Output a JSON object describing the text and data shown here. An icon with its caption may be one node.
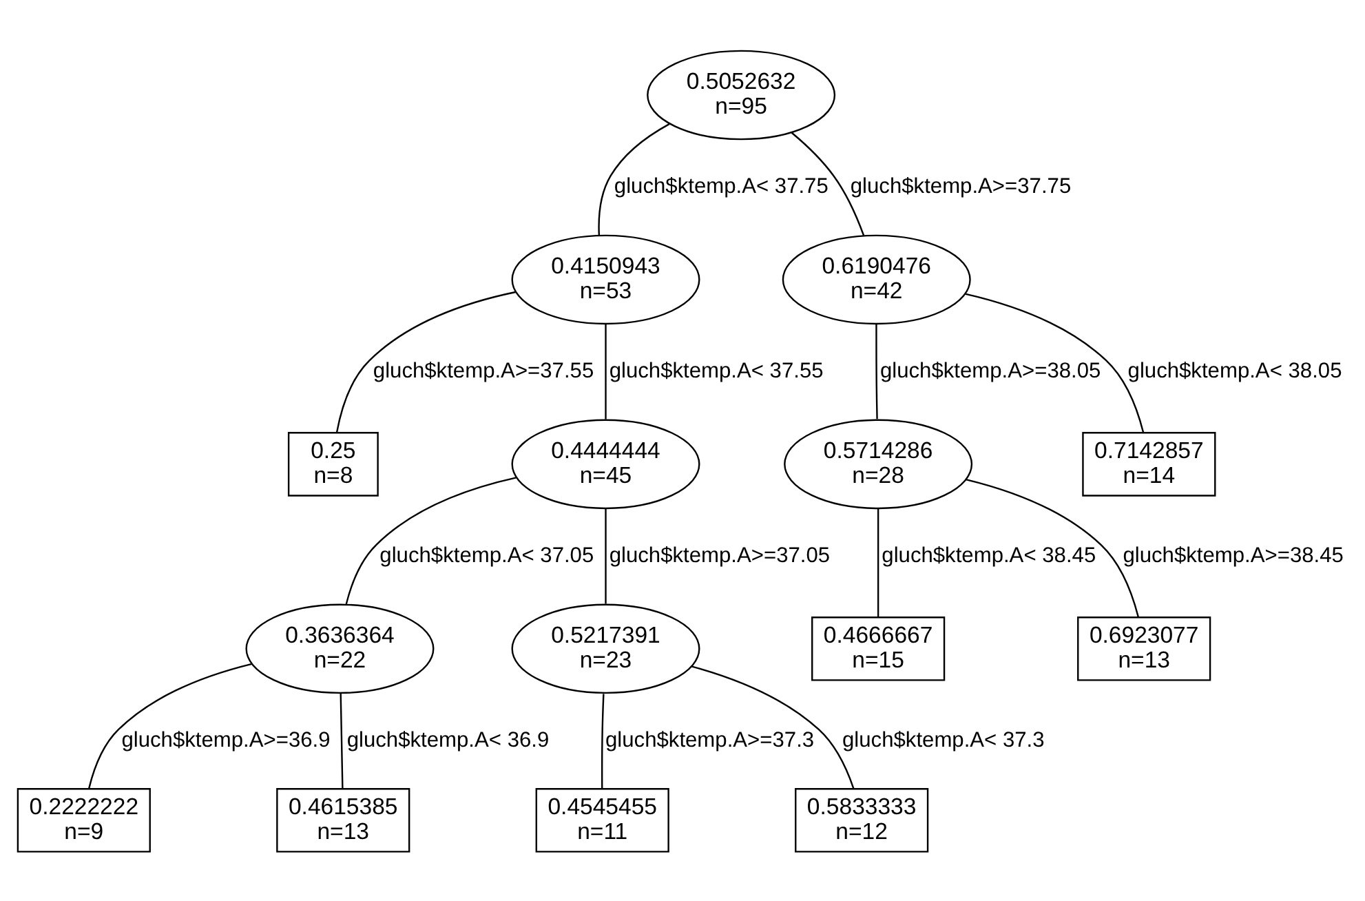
{
  "diagram": {
    "nodes": [
      {
        "text": [
          "0.5052632",
          "n=95"
        ]
      },
      {
        "text": [
          "0.4150943",
          "n=53"
        ]
      },
      {
        "text": [
          "0.6190476",
          "n=42"
        ]
      },
      {
        "text": [
          "0.25",
          "n=8"
        ]
      },
      {
        "text": [
          "0.4444444",
          "n=45"
        ]
      },
      {
        "text": [
          "0.5714286",
          "n=28"
        ]
      },
      {
        "text": [
          "0.7142857",
          "n=14"
        ]
      },
      {
        "text": [
          "0.3636364",
          "n=22"
        ]
      },
      {
        "text": [
          "0.5217391",
          "n=23"
        ]
      },
      {
        "text": [
          "0.4666667",
          "n=15"
        ]
      },
      {
        "text": [
          "0.6923077",
          "n=13"
        ]
      },
      {
        "text": [
          "0.2222222",
          "n=9"
        ]
      },
      {
        "text": [
          "0.4615385",
          "n=13"
        ]
      },
      {
        "text": [
          "0.4545455",
          "n=11"
        ]
      },
      {
        "text": [
          "0.5833333",
          "n=12"
        ]
      }
    ],
    "edges": [
      {
        "from": 0,
        "to": 1,
        "arrow": "none",
        "label": "gluch$ktemp.A< 37.75"
      },
      {
        "from": 0,
        "to": 2,
        "arrow": "none",
        "label": "gluch$ktemp.A>=37.75"
      },
      {
        "from": 1,
        "to": 3,
        "arrow": "none",
        "label": "gluch$ktemp.A>=37.55"
      },
      {
        "from": 1,
        "to": 4,
        "arrow": "none",
        "label": "gluch$ktemp.A< 37.55"
      },
      {
        "from": 2,
        "to": 5,
        "arrow": "none",
        "label": "gluch$ktemp.A>=38.05"
      },
      {
        "from": 2,
        "to": 6,
        "arrow": "none",
        "label": "gluch$ktemp.A< 38.05"
      },
      {
        "from": 4,
        "to": 7,
        "arrow": "none",
        "label": "gluch$ktemp.A< 37.05"
      },
      {
        "from": 4,
        "to": 8,
        "arrow": "none",
        "label": "gluch$ktemp.A>=37.05"
      },
      {
        "from": 5,
        "to": 9,
        "arrow": "none",
        "label": "gluch$ktemp.A< 38.45"
      },
      {
        "from": 5,
        "to": 10,
        "arrow": "none",
        "label": "gluch$ktemp.A>=38.45"
      },
      {
        "from": 7,
        "to": 11,
        "arrow": "none",
        "label": "gluch$ktemp.A>=36.9"
      },
      {
        "from": 7,
        "to": 12,
        "arrow": "none",
        "label": "gluch$ktemp.A< 36.9"
      },
      {
        "from": 8,
        "to": 13,
        "arrow": "none",
        "label": "gluch$ktemp.A>=37.3"
      },
      {
        "from": 8,
        "to": 14,
        "arrow": "none",
        "label": "gluch$ktemp.A< 37.3"
      }
    ]
  }
}
